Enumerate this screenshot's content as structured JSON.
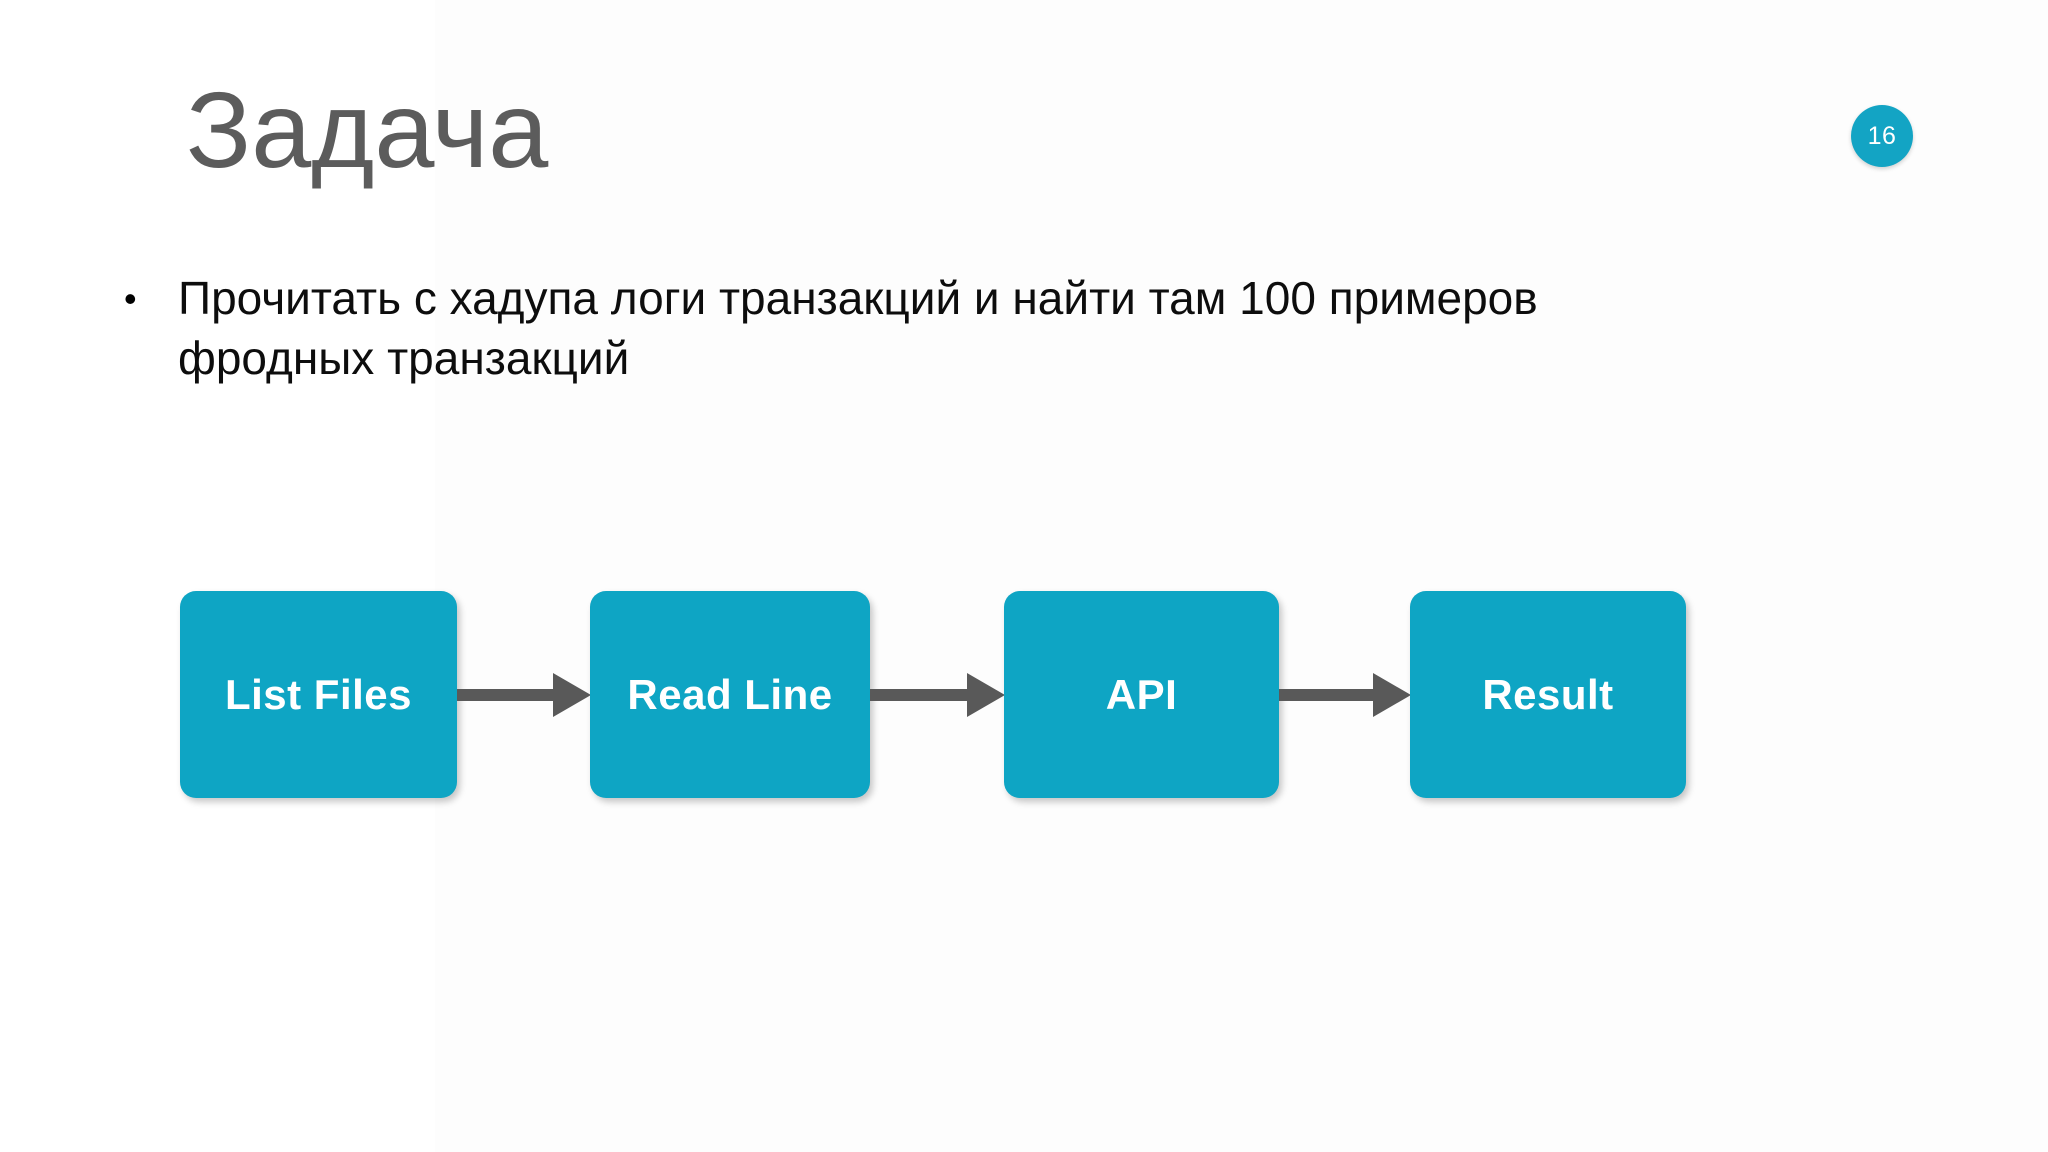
{
  "slide": {
    "title": "Задача",
    "page_number": "16",
    "accent_color": "#0ea5c4",
    "title_color": "#5c5c5c",
    "arrow_color": "#595959",
    "background_color": "#ffffff"
  },
  "body": {
    "bullet_glyph": "•",
    "bullets": [
      "Прочитать с хадупа логи транзакций и найти там 100 примеров фродных транзакций"
    ]
  },
  "diagram": {
    "type": "flow",
    "nodes": [
      {
        "label": "List Files"
      },
      {
        "label": "Read Line"
      },
      {
        "label": "API"
      },
      {
        "label": "Result"
      }
    ],
    "connectors": [
      {
        "from": "List Files",
        "to": "Read Line",
        "style": "arrow-right"
      },
      {
        "from": "Read Line",
        "to": "API",
        "style": "arrow-right"
      },
      {
        "from": "API",
        "to": "Result",
        "style": "arrow-right"
      }
    ]
  }
}
